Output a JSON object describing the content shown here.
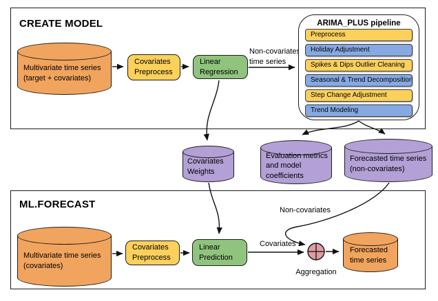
{
  "create_model": {
    "title": "CREATE MODEL",
    "input_cylinder": {
      "line1": "Multivariate time series",
      "line2": "(target + covariates)"
    },
    "covariates_preprocess": {
      "line1": "Covariates",
      "line2": "Preprocess"
    },
    "linear_regression": {
      "line1": "Linear",
      "line2": "Regression"
    },
    "noncov_arrow_label": {
      "line1": "Non-covariates",
      "line2": "time series"
    }
  },
  "arima_pipeline": {
    "title": "ARIMA_PLUS pipeline",
    "steps": [
      {
        "label": "Preprocess",
        "color": "yellow"
      },
      {
        "label": "Holiday Adjustment",
        "color": "blue"
      },
      {
        "label": "Spikes & Dips Outlier Cleaning",
        "color": "yellow"
      },
      {
        "label": "Seasonal & Trend Decomposition",
        "color": "blue"
      },
      {
        "label": "Step Change Adjustment",
        "color": "yellow"
      },
      {
        "label": "Trend Modeling",
        "color": "blue"
      }
    ]
  },
  "outputs": {
    "covariates_weights": {
      "line1": "Covariates",
      "line2": "Weights"
    },
    "evaluation_metrics": {
      "line1": "Evaluation metrics",
      "line2": "and model",
      "line3": "coefficients"
    },
    "forecasted_noncov": {
      "line1": "Forecasted time series",
      "line2": "(non-covariates)"
    }
  },
  "ml_forecast": {
    "title": "ML.FORECAST",
    "input_cylinder": {
      "line1": "Multivariate time series",
      "line2": "(covariates)"
    },
    "covariates_preprocess": {
      "line1": "Covariates",
      "line2": "Preprocess"
    },
    "linear_prediction": {
      "line1": "Linear",
      "line2": "Prediction"
    },
    "covariates_label": "Covariates",
    "noncovariates_label": "Non-covariates",
    "aggregation_label": "Aggregation",
    "aggregation_icon": "circled-plus",
    "output_cylinder": {
      "line1": "Forecasted",
      "line2": "time series"
    }
  },
  "colors": {
    "orange": "#F1A45E",
    "yellow": "#FBD05B",
    "green": "#90C47E",
    "blue": "#86A9E2",
    "purple": "#B3A0D6",
    "pink": "#E09CA2",
    "stroke": "#1b1b1b"
  }
}
